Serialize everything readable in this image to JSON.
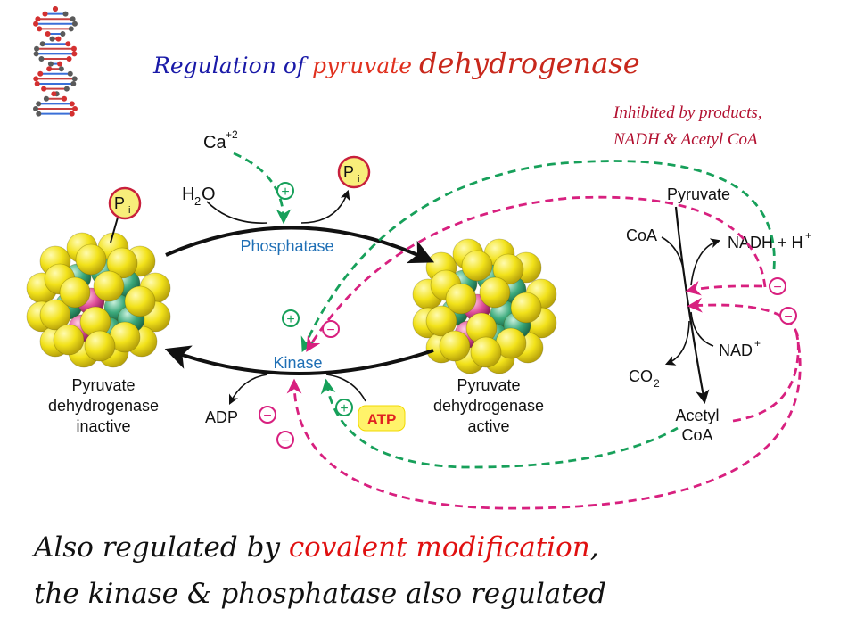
{
  "title": {
    "part1": "Regulation of ",
    "part2": "pyruvate ",
    "part3": "dehydrogenase"
  },
  "inhibited_note": {
    "line1": "Inhibited by products,",
    "line2": "NADH & Acetyl CoA"
  },
  "labels": {
    "ca": "Ca",
    "ca_sup": "+2",
    "water_h": "H",
    "water_sub": "2",
    "water_o": "O",
    "pi_p": "P",
    "pi_sub": "i",
    "phosphatase": "Phosphatase",
    "kinase": "Kinase",
    "adp": "ADP",
    "atp": "ATP",
    "pdh_inactive": [
      "Pyruvate",
      "dehydrogenase",
      "inactive"
    ],
    "pdh_active": [
      "Pyruvate",
      "dehydrogenase",
      "active"
    ],
    "pyruvate": "Pyruvate",
    "coa": "CoA",
    "nadh": "NADH + H",
    "nadh_sup": "+",
    "nad": "NAD",
    "nad_sup": "+",
    "co2": "CO",
    "co2_sub": "2",
    "acetyl": "Acetyl",
    "acetyl_coa": "CoA",
    "plus": "+",
    "minus": "−"
  },
  "caption": {
    "line1_a": "Also regulated by ",
    "line1_b": "covalent modification",
    "line1_c": ",",
    "line2": "the kinase & phosphatase also regulated"
  },
  "colors": {
    "blue_label": "#1f6fb5",
    "green_dash": "#17a05a",
    "magenta_dash": "#d8207f",
    "sphere_yellow": "#f2e21a",
    "sphere_green": "#3caa7c",
    "sphere_pink": "#e04f9a",
    "pi_fill": "#f8ee7a",
    "pi_stroke": "#c8203c"
  }
}
